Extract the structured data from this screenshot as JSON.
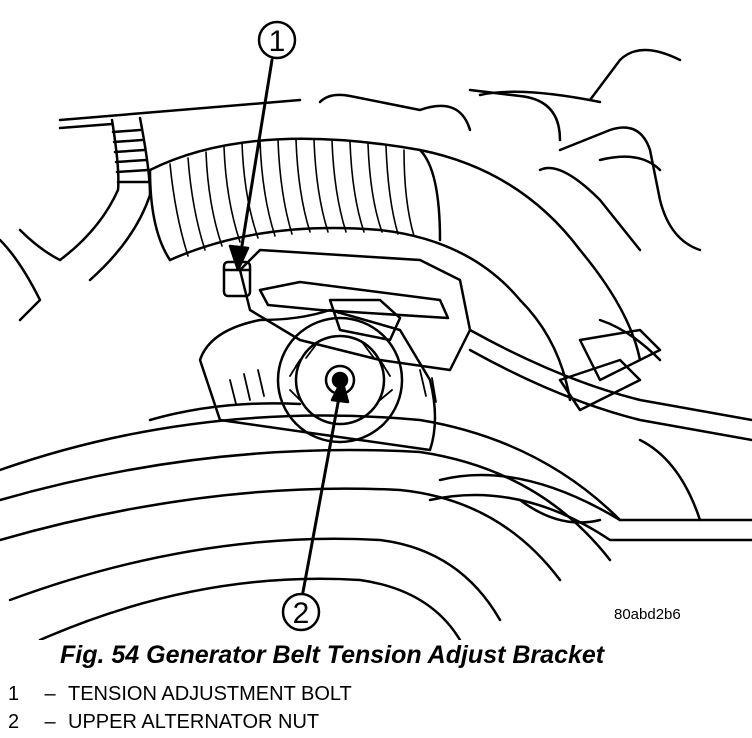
{
  "figure": {
    "code": "80abd2b6",
    "caption": "Fig. 54 Generator Belt Tension Adjust Bracket",
    "callouts": [
      {
        "number": "1",
        "description": "TENSION ADJUSTMENT BOLT"
      },
      {
        "number": "2",
        "description": "UPPER ALTERNATOR NUT"
      }
    ],
    "legend_separator": "–"
  }
}
